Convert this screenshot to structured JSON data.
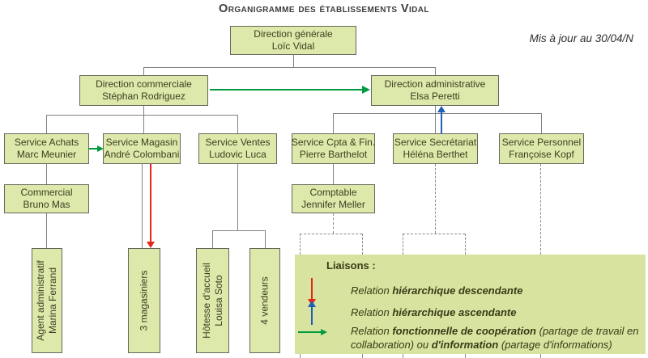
{
  "title": "Organigramme des établissements Vidal",
  "updated_note": "Mis à jour au 30/04/N",
  "boxes": {
    "direction_generale": {
      "line1": "Direction générale",
      "line2": "Loïc Vidal"
    },
    "direction_commerciale": {
      "line1": "Direction commerciale",
      "line2": "Stéphan Rodriguez"
    },
    "direction_administrative": {
      "line1": "Direction administrative",
      "line2": "Elsa Peretti"
    },
    "service_achats": {
      "line1": "Service Achats",
      "line2": "Marc Meunier"
    },
    "service_magasin": {
      "line1": "Service Magasin",
      "line2": "André Colombani"
    },
    "service_ventes": {
      "line1": "Service Ventes",
      "line2": "Ludovic Luca"
    },
    "service_cpta_fin": {
      "line1": "Service Cpta & Fin.",
      "line2": "Pierre Barthelot"
    },
    "service_secretariat": {
      "line1": "Service Secrétariat",
      "line2": "Héléna Berthet"
    },
    "service_personnel": {
      "line1": "Service Personnel",
      "line2": "Françoise Kopf"
    },
    "commercial": {
      "line1": "Commercial",
      "line2": "Bruno Mas"
    },
    "comptable": {
      "line1": "Comptable",
      "line2": "Jennifer Meller"
    },
    "agent_administratif": {
      "line1": "Agent administratif",
      "line2": "Marina Ferrand"
    },
    "magasiniers": {
      "line1": "3 magasiniers"
    },
    "hotesse_accueil": {
      "line1": "Hôtesse d'accueil",
      "line2": "Louisa Soto"
    },
    "vendeurs": {
      "line1": "4 vendeurs"
    }
  },
  "legend": {
    "heading": "Liaisons :",
    "item1": {
      "prefix": "Relation ",
      "bold": "hiérarchique descendante"
    },
    "item2": {
      "prefix": "Relation ",
      "bold": "hiérarchique ascendante"
    },
    "item3": {
      "p1": "Relation ",
      "b1": "fonctionnelle de coopération",
      "p2": " (partage de travail en collaboration) ou ",
      "b2": "d'information",
      "p3": " (partage d'informations)"
    }
  },
  "colors": {
    "box_fill": "#dce9aa",
    "box_border": "#67675c",
    "legend_fill": "#d7e39e",
    "connector_gray": "#808080",
    "descendante_red": "#e8251a",
    "ascendante_blue": "#1f5fb5",
    "cooperation_green": "#009b3e"
  }
}
